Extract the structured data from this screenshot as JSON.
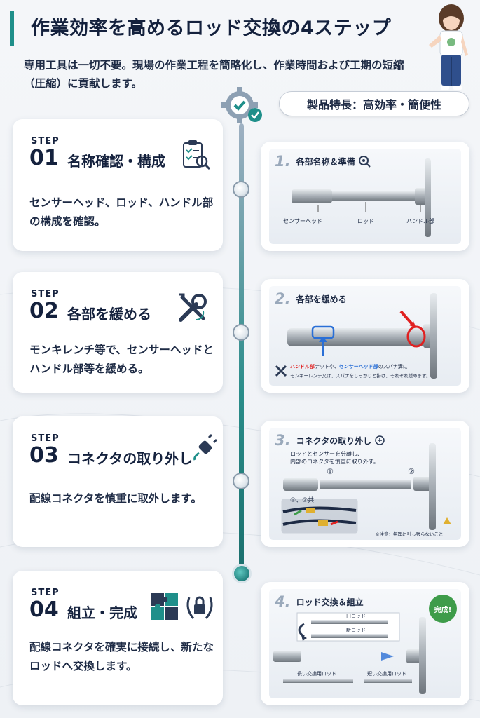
{
  "header": {
    "title": "作業効率を高めるロッド交換の4ステップ",
    "intro": "専用工具は一切不要。現場の作業工程を簡略化し、作業時間および工期の短縮（圧縮）に貢献します。",
    "feature_pill": "製品特長：高効率・簡便性"
  },
  "steps": [
    {
      "label": "STEP",
      "num": "01",
      "title": "名称確認・構成",
      "desc": "センサーヘッド、ロッド、ハンドル部の構成を確認。",
      "icon": "clipboard-check-icon",
      "photo": {
        "num": "1.",
        "title": "各部名称＆準備",
        "labels": [
          "センサーヘッド",
          "ロッド",
          "ハンドル部"
        ]
      }
    },
    {
      "label": "STEP",
      "num": "02",
      "title": "各部を緩める",
      "desc": "モンキレンチ等で、センサーヘッドとハンドル部等を緩める。",
      "icon": "wrench-icon",
      "photo": {
        "num": "2.",
        "title": "各部を緩める",
        "note_red": "ハンドル部",
        "note_mid": "ナットや、",
        "note_blue": "センサーヘッド部",
        "note_end": "のスパナ溝に",
        "note_line2": "モンキーレンチ又は、スパナをしっかりと掛け、それぞれ緩めます。"
      }
    },
    {
      "label": "STEP",
      "num": "03",
      "title": "コネクタの取り外し",
      "desc": "配線コネクタを慎重に取外します。",
      "icon": "plug-icon",
      "photo": {
        "num": "3.",
        "title": "コネクタの取り外し",
        "sub1": "ロッドとセンサーを分離し、",
        "sub2": "内部のコネクタを慎重に取り外す。",
        "marker1": "①",
        "marker2": "②",
        "common": "①、②共",
        "caution": "※注意：無理に引っ張らないこと"
      }
    },
    {
      "label": "STEP",
      "num": "04",
      "title": "組立・完成",
      "desc": "配線コネクタを確実に接続し、新たなロッドへ交換します。",
      "icon": "puzzle-icon",
      "photo": {
        "num": "4.",
        "title": "ロッド交換＆組立",
        "done": "完成!",
        "old_rod": "旧ロッド",
        "new_rod": "新ロッド",
        "long_rod": "長い交換用ロッド",
        "short_rod": "短い交換用ロッド"
      }
    }
  ],
  "colors": {
    "accent": "#1f8f8a",
    "navy": "#14213d",
    "red": "#e02020",
    "blue": "#2a6fd6",
    "green": "#3e9c4a"
  }
}
